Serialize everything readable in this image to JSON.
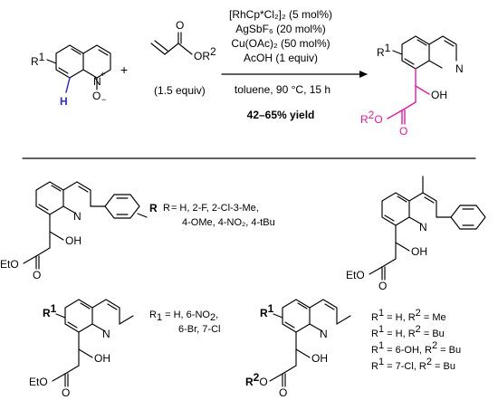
{
  "reaction": {
    "catalyst": "[RhCp*Cl₂]₂ (5 mol%)",
    "additive": "AgSbF₆ (20 mol%)",
    "oxidant": "Cu(OAc)₂ (50 mol%)",
    "acid": "AcOH (1 equiv)",
    "conditions": "toluene, 90 °C, 15 h",
    "yield": "42–65% yield",
    "plus": "+",
    "acrylate_equiv": "(1.5 equiv)"
  },
  "labels": {
    "r1": "R",
    "r1_sup": "1",
    "r2": "R",
    "r2_sup": "2",
    "hydrogen": "H",
    "nitrogen": "N",
    "n_plus": "+",
    "oxygen": "O",
    "o_minus": "−",
    "carbonyl_o": "O",
    "ester_o": "O",
    "oh": "OH",
    "eto": "EtO",
    "r_aryl": "R"
  },
  "scope": {
    "aryl_r_line1": "R = H, 2-F, 2-Cl-3-Me,",
    "aryl_r_line2": "4-OMe, 4-NO₂, 4-tBu",
    "methyl_r1_line1": "R₁ = H, 6-NO₂,",
    "methyl_r1_line2": "6-Br, 7-Cl",
    "ester_variants": [
      {
        "r1": "H",
        "r2": "Me"
      },
      {
        "r1": "H",
        "r2": "Bu"
      },
      {
        "r1": "6-OH",
        "r2": "Bu"
      },
      {
        "r1": "7-Cl",
        "r2": "Bu"
      }
    ]
  },
  "colors": {
    "highlight_bond": "#2b2bdc",
    "new_bond": "#e8199a",
    "text": "#000000"
  }
}
